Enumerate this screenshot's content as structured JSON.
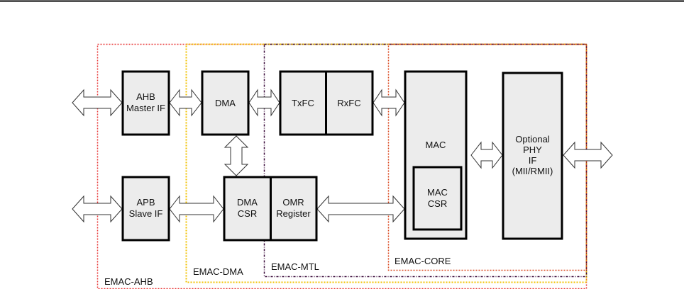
{
  "diagram": {
    "regions": [
      {
        "id": "ahb",
        "label": "EMAC-AHB",
        "color": "#e83a3a",
        "style": "dotted"
      },
      {
        "id": "dma",
        "label": "EMAC-DMA",
        "color": "#f2c200",
        "style": "dotted"
      },
      {
        "id": "mtl",
        "label": "EMAC-MTL",
        "color": "#3a0a3a",
        "style": "dash-dot"
      },
      {
        "id": "core",
        "label": "EMAC-CORE",
        "color": "#d9461c",
        "style": "dotted"
      }
    ],
    "blocks": {
      "ahb_master": {
        "lines": [
          "AHB",
          "Master IF"
        ]
      },
      "dma": {
        "lines": [
          "DMA"
        ]
      },
      "txfc": {
        "lines": [
          "TxFC"
        ]
      },
      "rxfc": {
        "lines": [
          "RxFC"
        ]
      },
      "mac": {
        "lines": [
          "MAC"
        ]
      },
      "mac_csr": {
        "lines": [
          "MAC",
          "CSR"
        ]
      },
      "phy_if": {
        "lines": [
          "Optional",
          "PHY",
          "IF",
          "(MII/RMII)"
        ]
      },
      "apb_slave": {
        "lines": [
          "APB",
          "Slave IF"
        ]
      },
      "dma_csr": {
        "lines": [
          "DMA",
          "CSR"
        ]
      },
      "omr": {
        "lines": [
          "OMR",
          "Register"
        ]
      }
    },
    "connections": [
      {
        "from": "external",
        "to": "AHB Master IF",
        "type": "bidirectional"
      },
      {
        "from": "AHB Master IF",
        "to": "DMA",
        "type": "bidirectional"
      },
      {
        "from": "DMA",
        "to": "TxFC",
        "type": "bidirectional"
      },
      {
        "from": "RxFC",
        "to": "MAC",
        "type": "bidirectional"
      },
      {
        "from": "MAC",
        "to": "Optional PHY IF",
        "type": "bidirectional"
      },
      {
        "from": "Optional PHY IF",
        "to": "external",
        "type": "bidirectional"
      },
      {
        "from": "DMA",
        "to": "DMA CSR",
        "type": "bidirectional"
      },
      {
        "from": "external",
        "to": "APB Slave IF",
        "type": "bidirectional"
      },
      {
        "from": "APB Slave IF",
        "to": "DMA CSR",
        "type": "bidirectional"
      },
      {
        "from": "OMR Register",
        "to": "MAC",
        "type": "bidirectional"
      }
    ]
  }
}
